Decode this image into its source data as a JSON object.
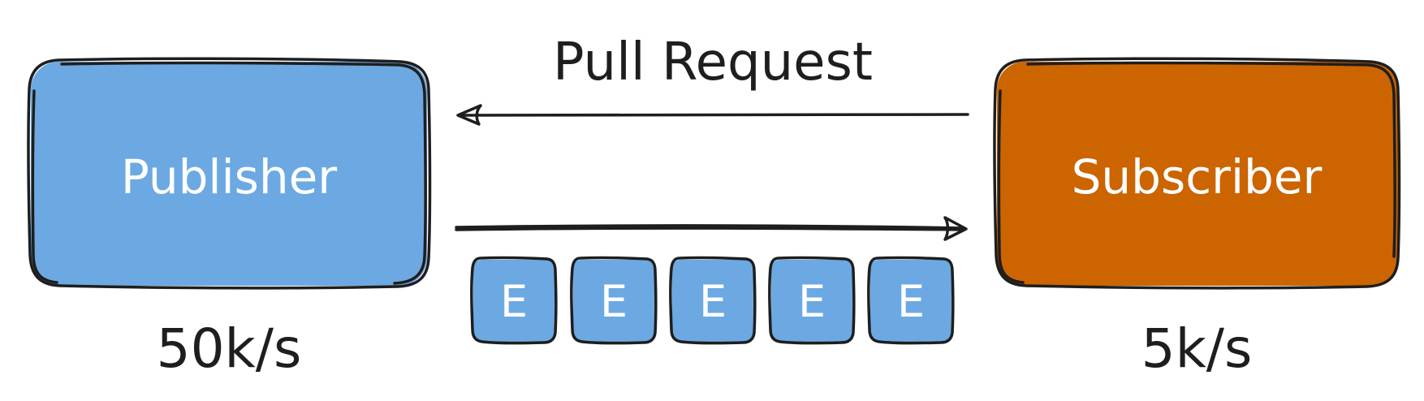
{
  "colors": {
    "publisher_fill": "#6ca9e2",
    "subscriber_fill": "#cc6400",
    "event_fill": "#6ca9e2",
    "stroke": "#1e1e1e",
    "box_text": "#ffffff",
    "label_text": "#1e1e1e"
  },
  "publisher": {
    "label": "Publisher",
    "rate": "50k/s"
  },
  "subscriber": {
    "label": "Subscriber",
    "rate": "5k/s"
  },
  "pull_request": {
    "label": "Pull Request",
    "direction": "subscriber-to-publisher"
  },
  "event_flow": {
    "direction": "publisher-to-subscriber",
    "events": [
      "E",
      "E",
      "E",
      "E",
      "E"
    ]
  }
}
